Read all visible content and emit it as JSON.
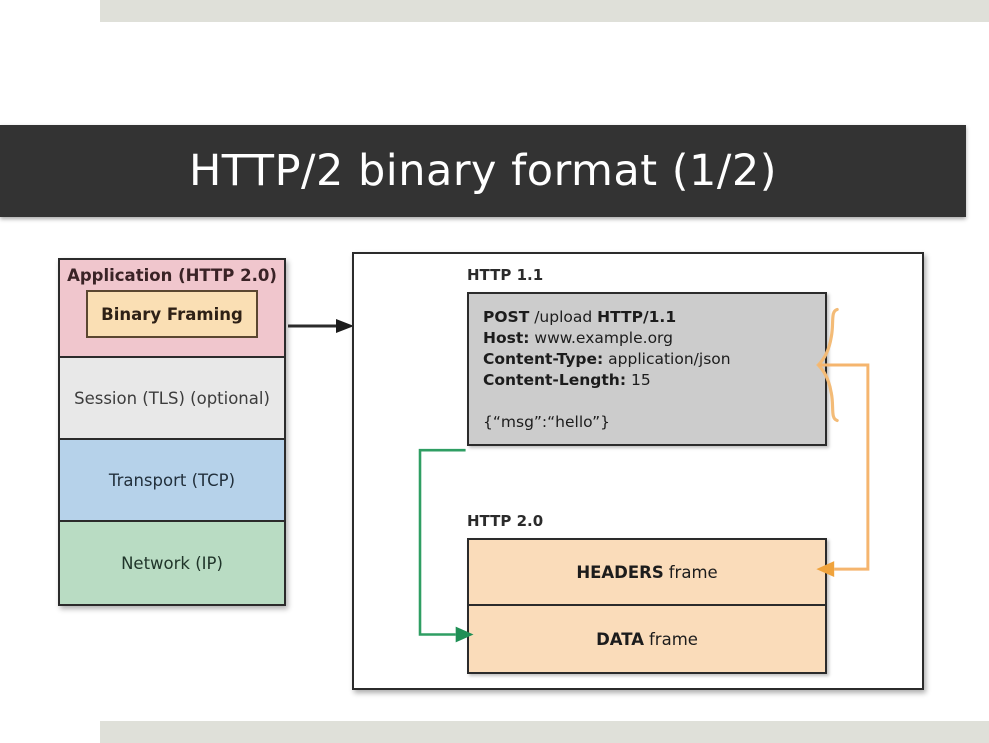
{
  "slide": {
    "title": "HTTP/2 binary format (1/2)",
    "title_bar_color": "#333333",
    "accent_orange": "#f0a33c",
    "accent_green": "#2f9e63"
  },
  "protocol_stack": {
    "name": "network-protocol-stack",
    "layers": [
      {
        "label": "Application (HTTP 2.0)",
        "color": "#f0c6cd",
        "inner": {
          "label": "Binary Framing",
          "color": "#fadfb4"
        }
      },
      {
        "label": "Session (TLS) (optional)",
        "color": "#e8e8e8"
      },
      {
        "label": "Transport (TCP)",
        "color": "#b6d2ea"
      },
      {
        "label": "Network (IP)",
        "color": "#b9dcc3"
      }
    ]
  },
  "panel": {
    "http11": {
      "label": "HTTP 1.1",
      "box_color": "#cccccc",
      "lines": [
        {
          "key": "POST",
          "value": " /upload ",
          "key2": "HTTP/1.1"
        },
        {
          "key": "Host:",
          "value": " www.example.org"
        },
        {
          "key": "Content-Type:",
          "value": " application/json"
        },
        {
          "key": "Content-Length:",
          "value": " 15"
        }
      ],
      "body": "{“msg”:“hello”}"
    },
    "http20": {
      "label": "HTTP 2.0",
      "frame_color": "#fadcba",
      "frames": [
        {
          "strong": "HEADERS",
          "rest": "frame"
        },
        {
          "strong": "DATA",
          "rest": "frame"
        }
      ]
    }
  }
}
